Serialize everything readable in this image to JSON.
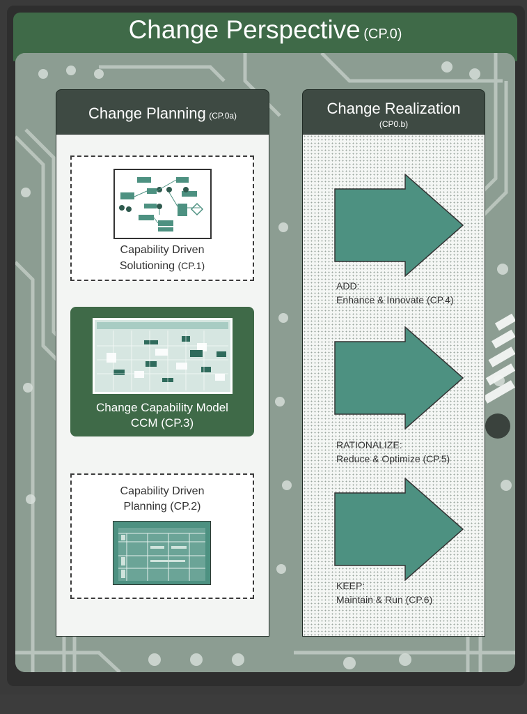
{
  "title": {
    "main": "Change Perspective",
    "code": "(CP.0)"
  },
  "left_panel": {
    "title": "Change Planning",
    "code": "(CP.0a)",
    "boxes": [
      {
        "line1": "Capability Driven",
        "line2": "Solutioning",
        "code": "(CP.1)"
      },
      {
        "line1": "Change Capability Model",
        "line2": "CCM (CP.3)"
      },
      {
        "line1": "Capability Driven",
        "line2": "Planning (CP.2)"
      }
    ]
  },
  "right_panel": {
    "title": "Change Realization",
    "code": "(CP0.b)",
    "arrows": [
      {
        "label": "ADD:",
        "detail": "Enhance & Innovate (CP.4)"
      },
      {
        "label": "RATIONALIZE:",
        "detail": "Reduce & Optimize (CP.5)"
      },
      {
        "label": "KEEP:",
        "detail": "Maintain & Run (CP.6)"
      }
    ]
  },
  "colors": {
    "title_bar": "#3f6a48",
    "panel_head": "#3e4a43",
    "ccm_box": "#3f6a48",
    "arrow_fill": "#4d9181",
    "background": "#8fa095"
  }
}
